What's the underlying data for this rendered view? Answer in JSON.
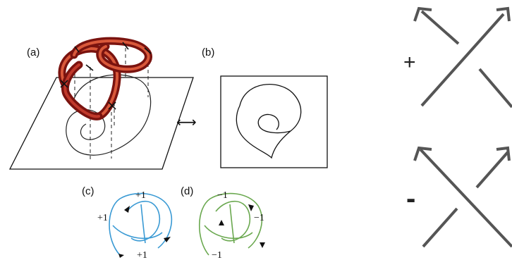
{
  "panels": {
    "a": {
      "label": "(a)"
    },
    "b": {
      "label": "(b)"
    },
    "c": {
      "label": "(c)",
      "crossing_labels": [
        "+1",
        "+1",
        "+1"
      ],
      "color": "#3a9ad4"
    },
    "d": {
      "label": "(d)",
      "crossing_labels": [
        "−1",
        "−1",
        "−1"
      ],
      "color": "#6aa84f"
    }
  },
  "equivalence_symbol": "⟷",
  "crossing_signs": {
    "positive": "+",
    "negative": "-"
  },
  "colors": {
    "tube": "#a31d18",
    "tube_highlight": "#d9583a",
    "line": "#111111",
    "crossing_strand": "#555555"
  }
}
